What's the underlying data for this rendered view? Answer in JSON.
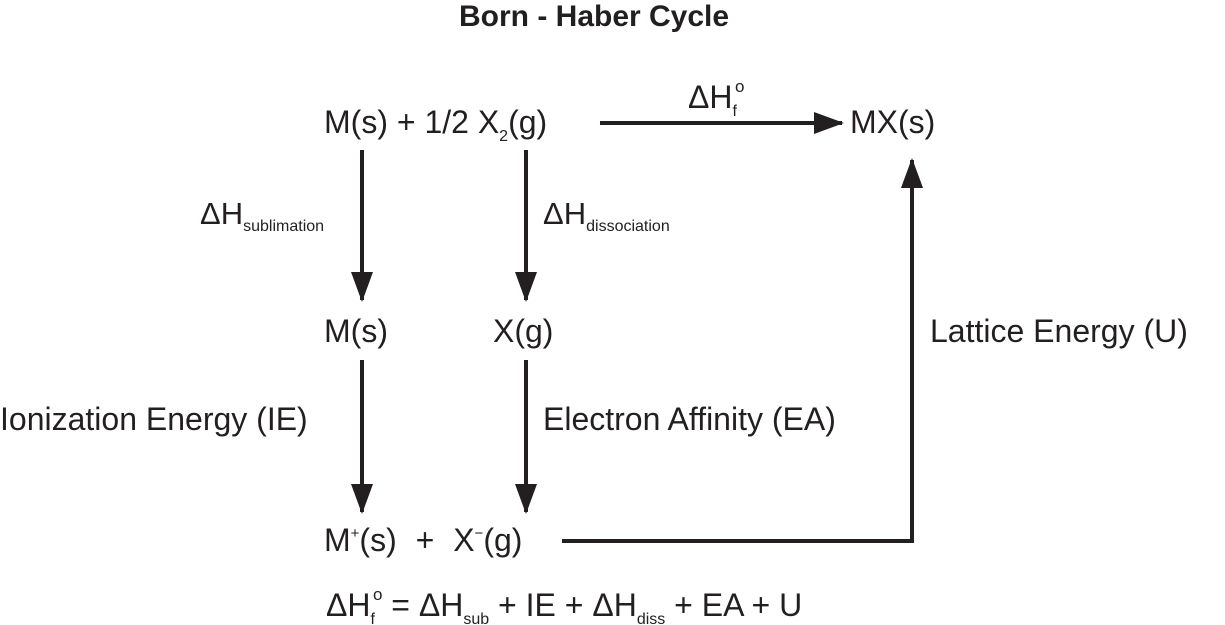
{
  "title": "Born - Haber Cycle",
  "species": {
    "metal_solid": "M(s)",
    "plus": "+",
    "half": "1/2",
    "halogen": "X",
    "halogen_sub": "2",
    "gas_state": "(g)",
    "product": "MX(s)",
    "metal_mid": "M(s)",
    "halogen_atom": "X(g)",
    "cation": "M",
    "cation_charge": "+",
    "cation_state": "(s)",
    "anion": "X",
    "anion_charge": "−",
    "anion_state": "(g)"
  },
  "steps": {
    "formation": {
      "symbol": "ΔH",
      "sub": "f",
      "sup": "o"
    },
    "sublimation": {
      "symbol": "ΔH",
      "sub": "sublimation"
    },
    "dissociation": {
      "symbol": "ΔH",
      "sub": "dissociation"
    },
    "ionization": "Ionization Energy (IE)",
    "electron_affinity": "Electron Affinity (EA)",
    "lattice": "Lattice Energy (U)"
  },
  "equation": {
    "lhs_symbol": "ΔH",
    "lhs_sub": "f",
    "lhs_sup": "o",
    "equals": "=",
    "t1_symbol": "ΔH",
    "t1_sub": "sub",
    "t2": "+ IE +",
    "t3_symbol": "ΔH",
    "t3_sub": "diss",
    "t4": "+ EA + U",
    "plus": "+"
  },
  "colors": {
    "ink": "#231f20",
    "background": "#ffffff"
  }
}
